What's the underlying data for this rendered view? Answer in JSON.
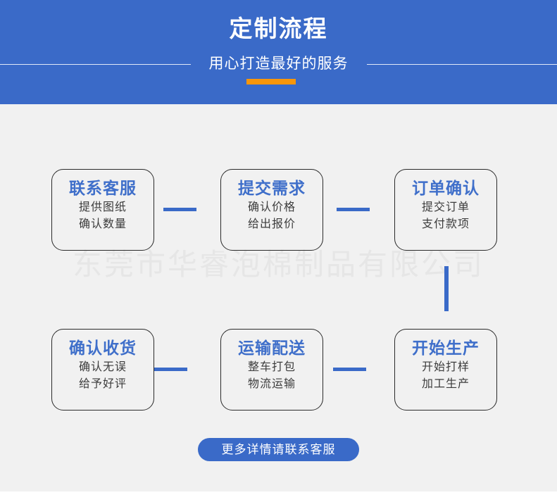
{
  "header": {
    "title": "定制流程",
    "subtitle": "用心打造最好的服务",
    "background_color": "#3a6ac8",
    "accent_color": "#f8960a"
  },
  "watermark": {
    "text": "东莞市华睿泡棉制品有限公司",
    "color": "#e6e6e6"
  },
  "flow": {
    "title_color": "#3f6fca",
    "cards": [
      {
        "title": "联系客服",
        "line1": "提供图纸",
        "line2": "确认数量"
      },
      {
        "title": "提交需求",
        "line1": "确认价格",
        "line2": "给出报价"
      },
      {
        "title": "订单确认",
        "line1": "提交订单",
        "line2": "支付款项"
      },
      {
        "title": "确认收货",
        "line1": "确认无误",
        "line2": "给予好评"
      },
      {
        "title": "运输配送",
        "line1": "整车打包",
        "line2": "物流运输"
      },
      {
        "title": "开始生产",
        "line1": "开始打样",
        "line2": "加工生产"
      }
    ]
  },
  "cta": {
    "label": "更多详情请联系客服",
    "background_color": "#3a6ac8"
  }
}
